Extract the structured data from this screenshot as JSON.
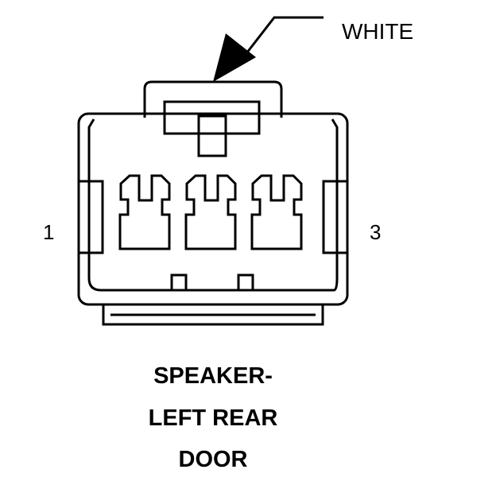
{
  "callout": {
    "text": "WHITE"
  },
  "pins": {
    "left": "1",
    "right": "3"
  },
  "caption": {
    "lines": [
      "SPEAKER-",
      "LEFT REAR",
      "DOOR"
    ]
  },
  "colors": {
    "ink": "#000000",
    "background": "#ffffff"
  }
}
